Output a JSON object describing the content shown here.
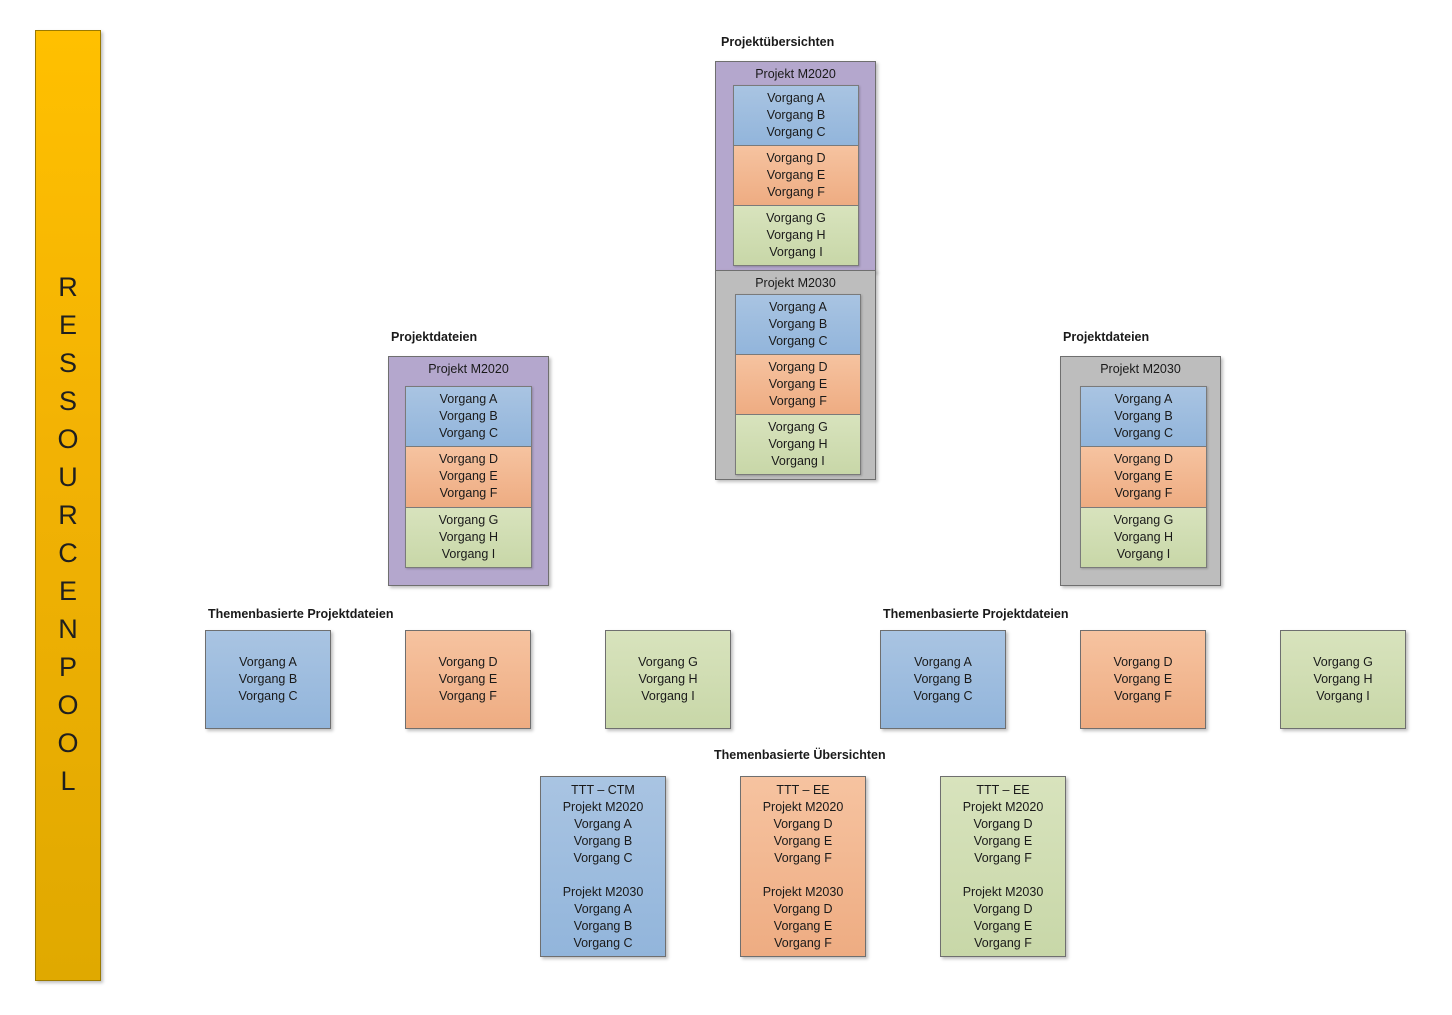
{
  "pool": {
    "letters": [
      "R",
      "E",
      "S",
      "S",
      "O",
      "U",
      "R",
      "C",
      "E",
      "N",
      "P",
      "O",
      "O",
      "L"
    ]
  },
  "headings": {
    "projektuebersichten": "Projektübersichten",
    "projektdateien_left": "Projektdateien",
    "projektdateien_right": "Projektdateien",
    "themen_dateien_left": "Themenbasierte Projektdateien",
    "themen_dateien_right": "Themenbasierte Projektdateien",
    "themen_uebersichten": "Themenbasierte Übersichten"
  },
  "overview": {
    "m2020": {
      "title": "Projekt M2020",
      "groups": [
        [
          "Vorgang A",
          "Vorgang B",
          "Vorgang C"
        ],
        [
          "Vorgang D",
          "Vorgang E",
          "Vorgang F"
        ],
        [
          "Vorgang G",
          "Vorgang H",
          "Vorgang I"
        ]
      ]
    },
    "m2030": {
      "title": "Projekt M2030",
      "groups": [
        [
          "Vorgang A",
          "Vorgang B",
          "Vorgang C"
        ],
        [
          "Vorgang D",
          "Vorgang E",
          "Vorgang F"
        ],
        [
          "Vorgang G",
          "Vorgang H",
          "Vorgang I"
        ]
      ]
    }
  },
  "files_left": {
    "title": "Projekt M2020",
    "groups": [
      [
        "Vorgang A",
        "Vorgang B",
        "Vorgang C"
      ],
      [
        "Vorgang D",
        "Vorgang E",
        "Vorgang F"
      ],
      [
        "Vorgang G",
        "Vorgang H",
        "Vorgang I"
      ]
    ]
  },
  "files_right": {
    "title": "Projekt M2030",
    "groups": [
      [
        "Vorgang A",
        "Vorgang B",
        "Vorgang C"
      ],
      [
        "Vorgang D",
        "Vorgang E",
        "Vorgang F"
      ],
      [
        "Vorgang G",
        "Vorgang H",
        "Vorgang I"
      ]
    ]
  },
  "themen_left": [
    [
      "Vorgang A",
      "Vorgang B",
      "Vorgang C"
    ],
    [
      "Vorgang D",
      "Vorgang E",
      "Vorgang F"
    ],
    [
      "Vorgang G",
      "Vorgang H",
      "Vorgang I"
    ]
  ],
  "themen_right": [
    [
      "Vorgang A",
      "Vorgang B",
      "Vorgang C"
    ],
    [
      "Vorgang D",
      "Vorgang E",
      "Vorgang F"
    ],
    [
      "Vorgang G",
      "Vorgang H",
      "Vorgang I"
    ]
  ],
  "uebersichten": [
    {
      "title": "TTT – CTM",
      "blocks": [
        [
          "Projekt M2020",
          "Vorgang A",
          "Vorgang B",
          "Vorgang C"
        ],
        [
          "Projekt M2030",
          "Vorgang A",
          "Vorgang B",
          "Vorgang C"
        ]
      ]
    },
    {
      "title": "TTT – EE",
      "blocks": [
        [
          "Projekt M2020",
          "Vorgang D",
          "Vorgang E",
          "Vorgang F"
        ],
        [
          "Projekt M2030",
          "Vorgang D",
          "Vorgang E",
          "Vorgang F"
        ]
      ]
    },
    {
      "title": "TTT – EE",
      "blocks": [
        [
          "Projekt M2020",
          "Vorgang D",
          "Vorgang E",
          "Vorgang F"
        ],
        [
          "Projekt M2030",
          "Vorgang D",
          "Vorgang E",
          "Vorgang F"
        ]
      ]
    }
  ],
  "colors": {
    "pool": "#ffc000",
    "blue": "#9dbddf",
    "orange": "#f2b790",
    "green": "#d0ddb2",
    "purple": "#b4a7cd",
    "gray": "#bdbdbd"
  }
}
